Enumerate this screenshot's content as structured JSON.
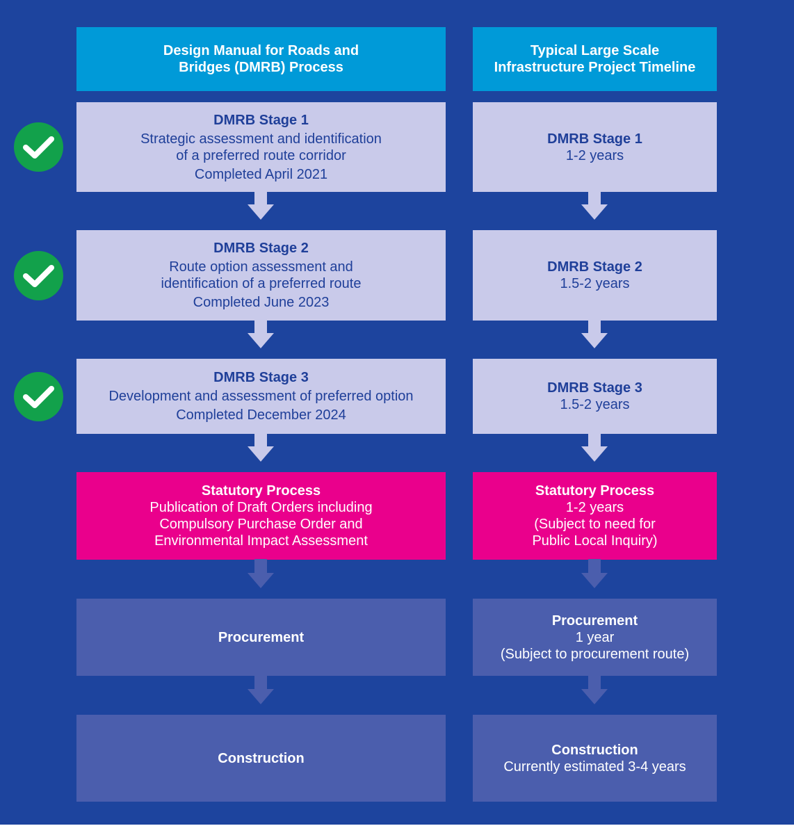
{
  "columns": {
    "left": {
      "header": [
        "Design Manual for Roads and",
        "Bridges (DMRB) Process"
      ],
      "stages": [
        {
          "title": "DMRB Stage 1",
          "lines": [
            "Strategic assessment and identification",
            "of a preferred route corridor"
          ],
          "status": "Completed April 2021"
        },
        {
          "title": "DMRB Stage 2",
          "lines": [
            "Route option assessment and",
            "identification of a preferred route"
          ],
          "status": "Completed June 2023"
        },
        {
          "title": "DMRB Stage 3",
          "lines": [
            "Development and assessment of preferred option"
          ],
          "status": "Completed December 2024"
        }
      ],
      "statutory": {
        "title": "Statutory Process",
        "lines": [
          "Publication of Draft Orders including",
          "Compulsory Purchase Order and",
          "Environmental Impact Assessment"
        ]
      },
      "procurement": {
        "title": "Procurement"
      },
      "construction": {
        "title": "Construction"
      }
    },
    "right": {
      "header": [
        "Typical Large Scale",
        "Infrastructure Project Timeline"
      ],
      "stages": [
        {
          "title": "DMRB Stage 1",
          "duration": "1-2 years"
        },
        {
          "title": "DMRB Stage 2",
          "duration": "1.5-2 years"
        },
        {
          "title": "DMRB Stage 3",
          "duration": "1.5-2 years"
        }
      ],
      "statutory": {
        "title": "Statutory Process",
        "lines": [
          "1-2 years",
          "(Subject to need for",
          "Public Local Inquiry)"
        ]
      },
      "procurement": {
        "title": "Procurement",
        "lines": [
          "1 year",
          "(Subject to procurement route)"
        ]
      },
      "construction": {
        "title": "Construction",
        "lines": [
          "Currently estimated 3-4 years"
        ]
      }
    }
  },
  "completed_icons": [
    "check-icon",
    "check-icon",
    "check-icon"
  ],
  "colors": {
    "background": "#1d449e",
    "header": "#009ad8",
    "stage": "#c9caea",
    "statutory": "#ea008c",
    "future": "#4b5ead",
    "check": "#12a14b"
  }
}
